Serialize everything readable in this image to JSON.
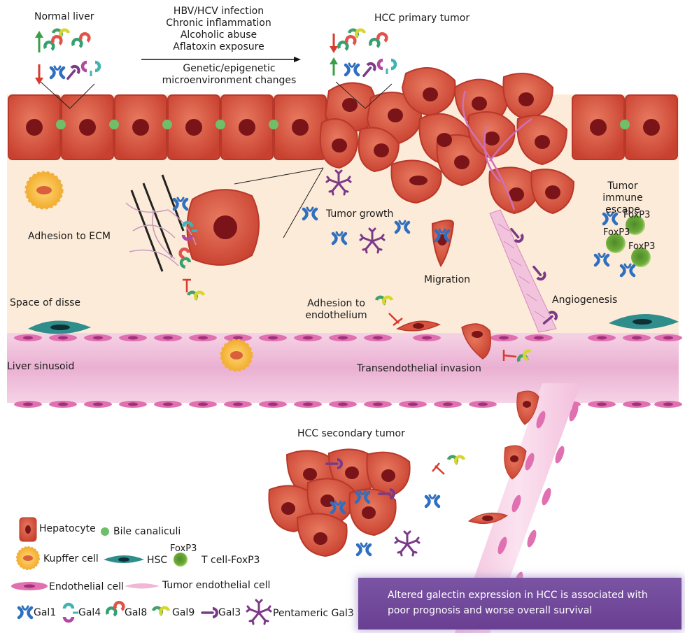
{
  "top": {
    "normal_liver": "Normal liver",
    "causes": [
      "HBV/HCV infection",
      "Chronic inflammation",
      "Alcoholic abuse",
      "Aflatoxin exposure"
    ],
    "changes": "Genetic/epigenetic\nmicroenvironment changes",
    "hcc_primary": "HCC primary tumor"
  },
  "labels": {
    "adhesion_ecm": "Adhesion to ECM",
    "tumor_growth": "Tumor growth",
    "tumor_immune_escape": "Tumor immune\nescape",
    "foxp3": "FoxP3",
    "migration": "Migration",
    "angiogenesis": "Angiogenesis",
    "space_of_disse": "Space of disse",
    "adhesion_endothelium": "Adhesion to\nendothelium",
    "liver_sinusoid": "Liver sinusoid",
    "transendothelial": "Transendothelial invasion",
    "hcc_secondary": "HCC secondary tumor"
  },
  "legend": {
    "hepatocyte": "Hepatocyte",
    "bile": "Bile canaliculi",
    "kupffer": "Kupffer cell",
    "hsc": "HSC",
    "foxp3": "FoxP3",
    "tcell": "T cell-FoxP3",
    "endothelial": "Endothelial cell",
    "tumor_endothelial": "Tumor endothelial cell",
    "gal1": "Gal1",
    "gal4": "Gal4",
    "gal8": "Gal8",
    "gal9": "Gal9",
    "gal3": "Gal3",
    "pentameric": "Pentameric Gal3"
  },
  "banner": "Altered galectin expression in HCC is associated with\npoor prognosis and worse overall survival",
  "colors": {
    "hepatocyte": "#d9533f",
    "nucleus": "#7a1418",
    "gal1": "#2f6fc0",
    "gal3": "#7b3a86",
    "gal4": "#43b3b0",
    "gal8": "#e0524a",
    "gal9": "#c9cf3a",
    "background": "#fcebd8",
    "sinusoid": "#f5c8df"
  }
}
